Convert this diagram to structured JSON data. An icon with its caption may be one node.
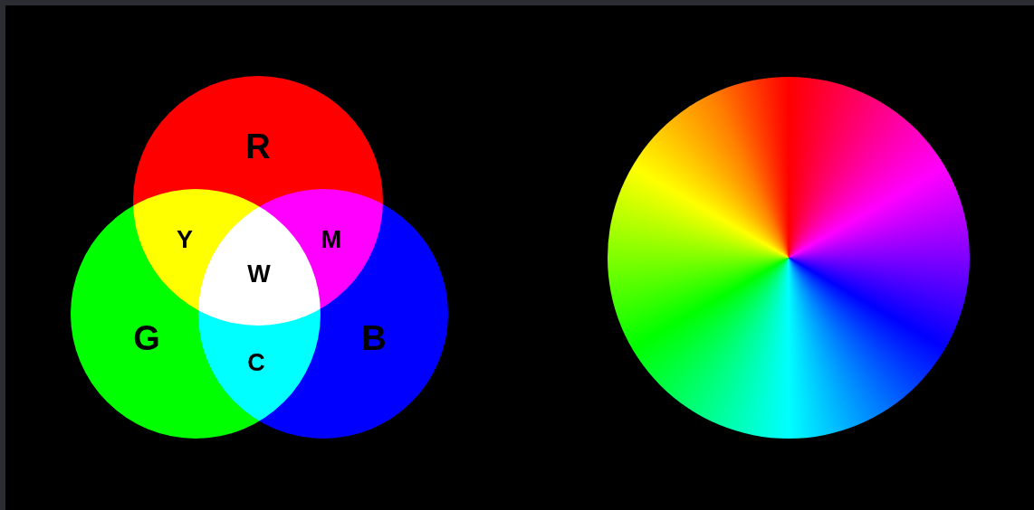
{
  "diagram": {
    "nodes": [
      {
        "text": [
          "R"
        ]
      },
      {
        "text": [
          "G"
        ]
      },
      {
        "text": [
          "B"
        ]
      }
    ],
    "labels": [
      "Y",
      "M",
      "W",
      "C"
    ]
  }
}
